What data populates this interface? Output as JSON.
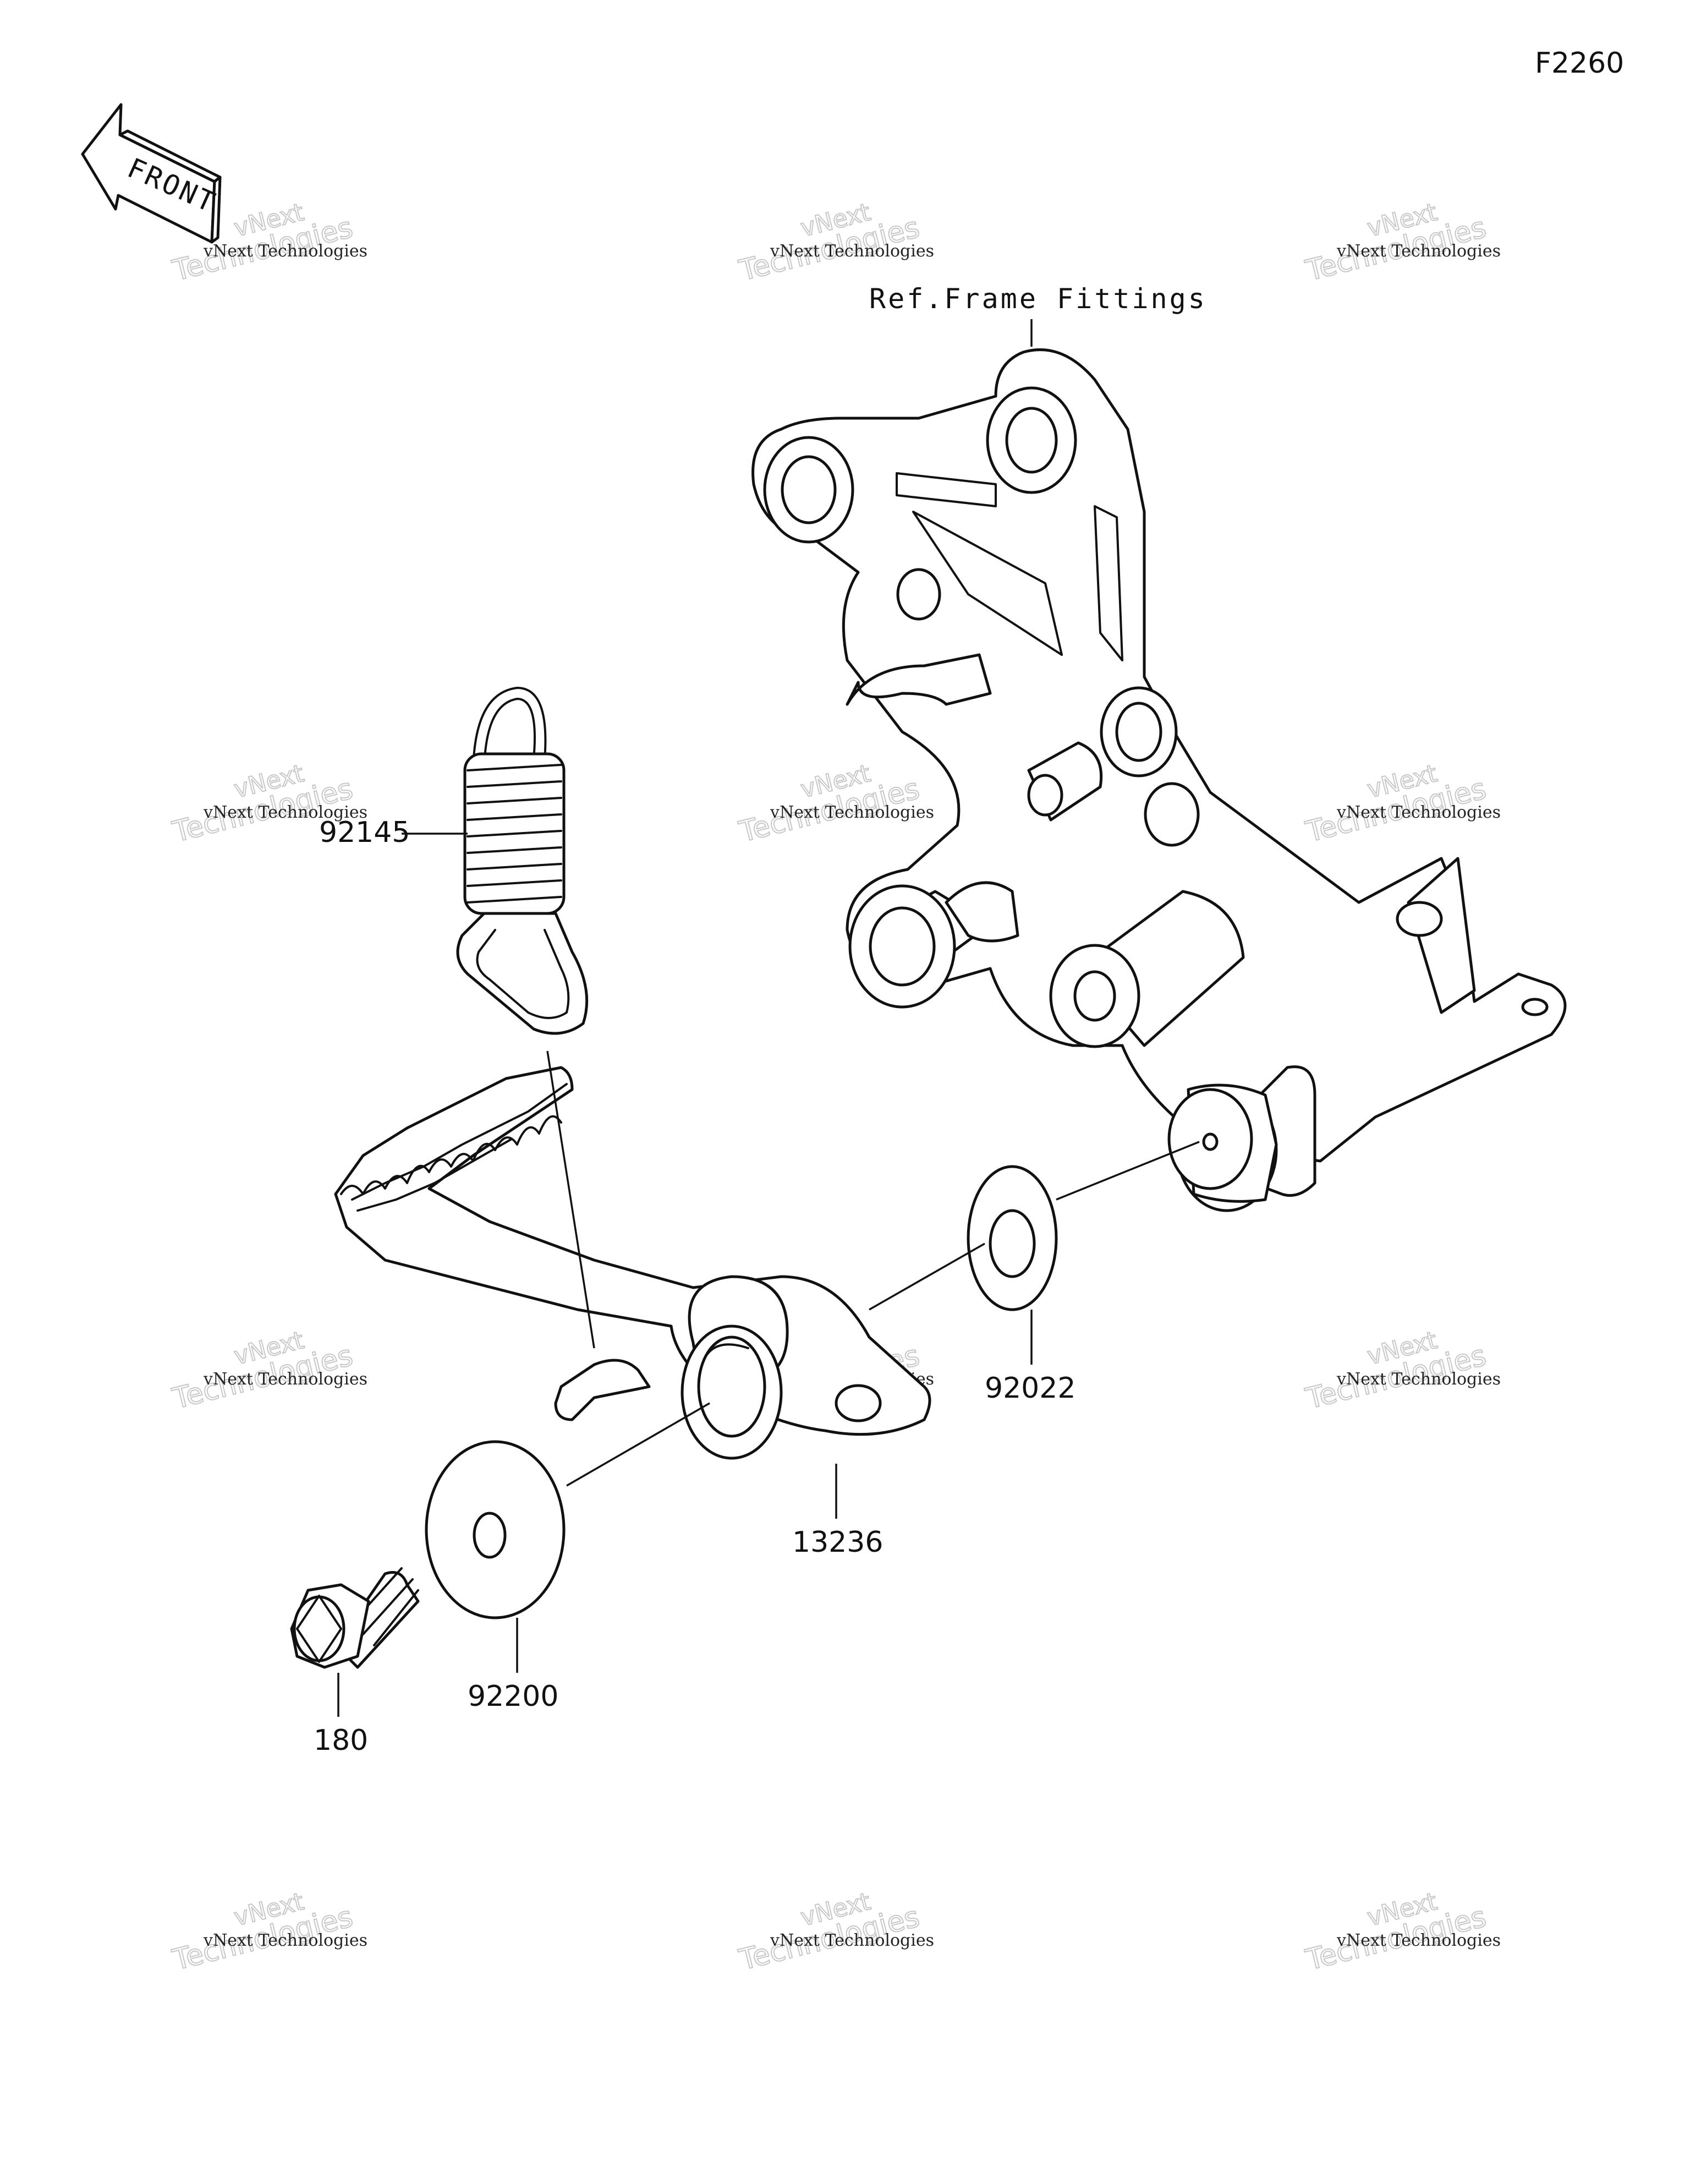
{
  "diagram_code": "F2260",
  "front_label": "FRONT",
  "reference_label": "Ref.Frame Fittings",
  "parts": [
    {
      "number": "92145"
    },
    {
      "number": "92022"
    },
    {
      "number": "13236"
    },
    {
      "number": "92200"
    },
    {
      "number": "180"
    }
  ],
  "watermark": {
    "company": "vNext Technologies",
    "line1": "vNext",
    "line2": "Technologies"
  }
}
